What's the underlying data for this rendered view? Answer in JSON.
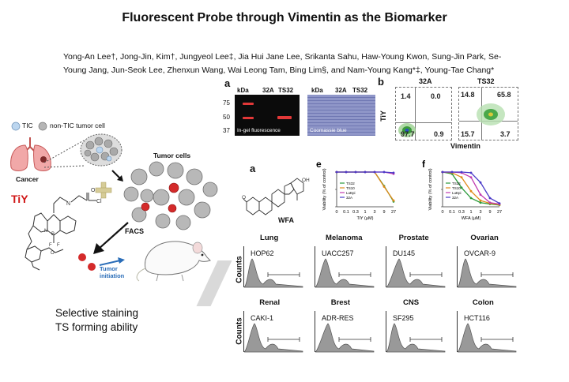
{
  "title": "Fluorescent Probe through Vimentin as the Biomarker",
  "authors": "Yong-An Lee†, Jong-Jin, Kim†, Jungyeol Lee‡, Jia Hui Jane Lee, Srikanta Sahu, Haw-Young Kwon, Sung-Jin Park, Se-Young Jang, Jun-Seok Lee, Zhenxun Wang, Wai Leong Tam, Bing Lim§, and Nam-Young Kang*‡, Young-Tae Chang*",
  "left_panel": {
    "legend_tic": "TIC",
    "legend_non_tic": "non-TIC tumor cell",
    "cancer_label": "Cancer",
    "tumor_cells_label": "Tumor cells",
    "probe_label": "TiY",
    "facs_label": "FACS",
    "tumor_initiation_label": "Tumor initiation",
    "summary_line1": "Selective staining",
    "summary_line2": "TS forming ability",
    "chem_cl": "Cl",
    "chem_o": "O",
    "chem_n": "N",
    "chem_b": "B",
    "chem_f": "F"
  },
  "gel_panel": {
    "label": "a",
    "kda": "kDa",
    "lane1": "32A",
    "lane2": "TS32",
    "markers": [
      "75",
      "50",
      "37"
    ],
    "caption_fluor": "In-gel fluorescence",
    "kda2": "kDa",
    "lane1b": "32A",
    "lane2b": "TS32",
    "caption_coomassie": "Coomassie blue"
  },
  "flow_panel": {
    "label": "b",
    "left_title": "32A",
    "right_title": "TS32",
    "y_axis": "TiY",
    "x_axis": "Vimentin",
    "left_quadrants": [
      "1.4",
      "0.0",
      "97.7",
      "0.9"
    ],
    "right_quadrants": [
      "14.8",
      "65.8",
      "15.7",
      "3.7"
    ]
  },
  "structure_panel": {
    "label": "a",
    "compound": "WFA",
    "oh": "OH",
    "o": "O"
  },
  "chart_data": [
    {
      "panel": "e",
      "type": "line",
      "xlabel": "TiY (µM)",
      "ylabel": "Viability (% of control)",
      "x": [
        "0",
        "0.1",
        "0.3",
        "1",
        "3",
        "9",
        "27"
      ],
      "ylim": [
        0,
        100
      ],
      "yticks": [
        "0",
        "50",
        "100"
      ],
      "series": [
        {
          "name": "TS32",
          "color": "#2a9a3a",
          "values": [
            100,
            100,
            100,
            100,
            100,
            60,
            15
          ]
        },
        {
          "name": "TS10",
          "color": "#e08a1a",
          "values": [
            100,
            100,
            100,
            100,
            100,
            58,
            18
          ]
        },
        {
          "name": "LuEpi",
          "color": "#c03ab0",
          "values": [
            100,
            100,
            100,
            100,
            100,
            100,
            95
          ]
        },
        {
          "name": "32A",
          "color": "#4a3ac8",
          "values": [
            100,
            100,
            100,
            100,
            100,
            100,
            98
          ]
        }
      ]
    },
    {
      "panel": "f",
      "type": "line",
      "xlabel": "WFA (µM)",
      "ylabel": "Viability (% of control)",
      "x": [
        "0",
        "0.1",
        "0.3",
        "1",
        "3",
        "9",
        "27"
      ],
      "ylim": [
        0,
        100
      ],
      "yticks": [
        "0",
        "50",
        "100"
      ],
      "series": [
        {
          "name": "TS32",
          "color": "#2a9a3a",
          "values": [
            100,
            95,
            55,
            25,
            12,
            8,
            5
          ]
        },
        {
          "name": "TS10",
          "color": "#e08a1a",
          "values": [
            100,
            98,
            85,
            45,
            18,
            10,
            6
          ]
        },
        {
          "name": "LuEpi",
          "color": "#c03ab0",
          "values": [
            100,
            100,
            98,
            85,
            35,
            12,
            8
          ]
        },
        {
          "name": "32A",
          "color": "#4a3ac8",
          "values": [
            100,
            100,
            100,
            98,
            70,
            25,
            10
          ]
        }
      ]
    }
  ],
  "histograms": {
    "y_axis": "Counts",
    "row1": [
      {
        "tissue": "Lung",
        "cell": "HOP62"
      },
      {
        "tissue": "Melanoma",
        "cell": "UACC257"
      },
      {
        "tissue": "Prostate",
        "cell": "DU145"
      },
      {
        "tissue": "Ovarian",
        "cell": "OVCAR-9"
      }
    ],
    "row2": [
      {
        "tissue": "Renal",
        "cell": "CAKI-1"
      },
      {
        "tissue": "Brest",
        "cell": "ADR-RES"
      },
      {
        "tissue": "CNS",
        "cell": "SF295"
      },
      {
        "tissue": "Colon",
        "cell": "HCT116"
      }
    ]
  },
  "colors": {
    "accent_red": "#d42a2a",
    "probe_label": "#d01818",
    "gel_background": "#0b0b0b",
    "coomassie": "#8f96c8"
  }
}
